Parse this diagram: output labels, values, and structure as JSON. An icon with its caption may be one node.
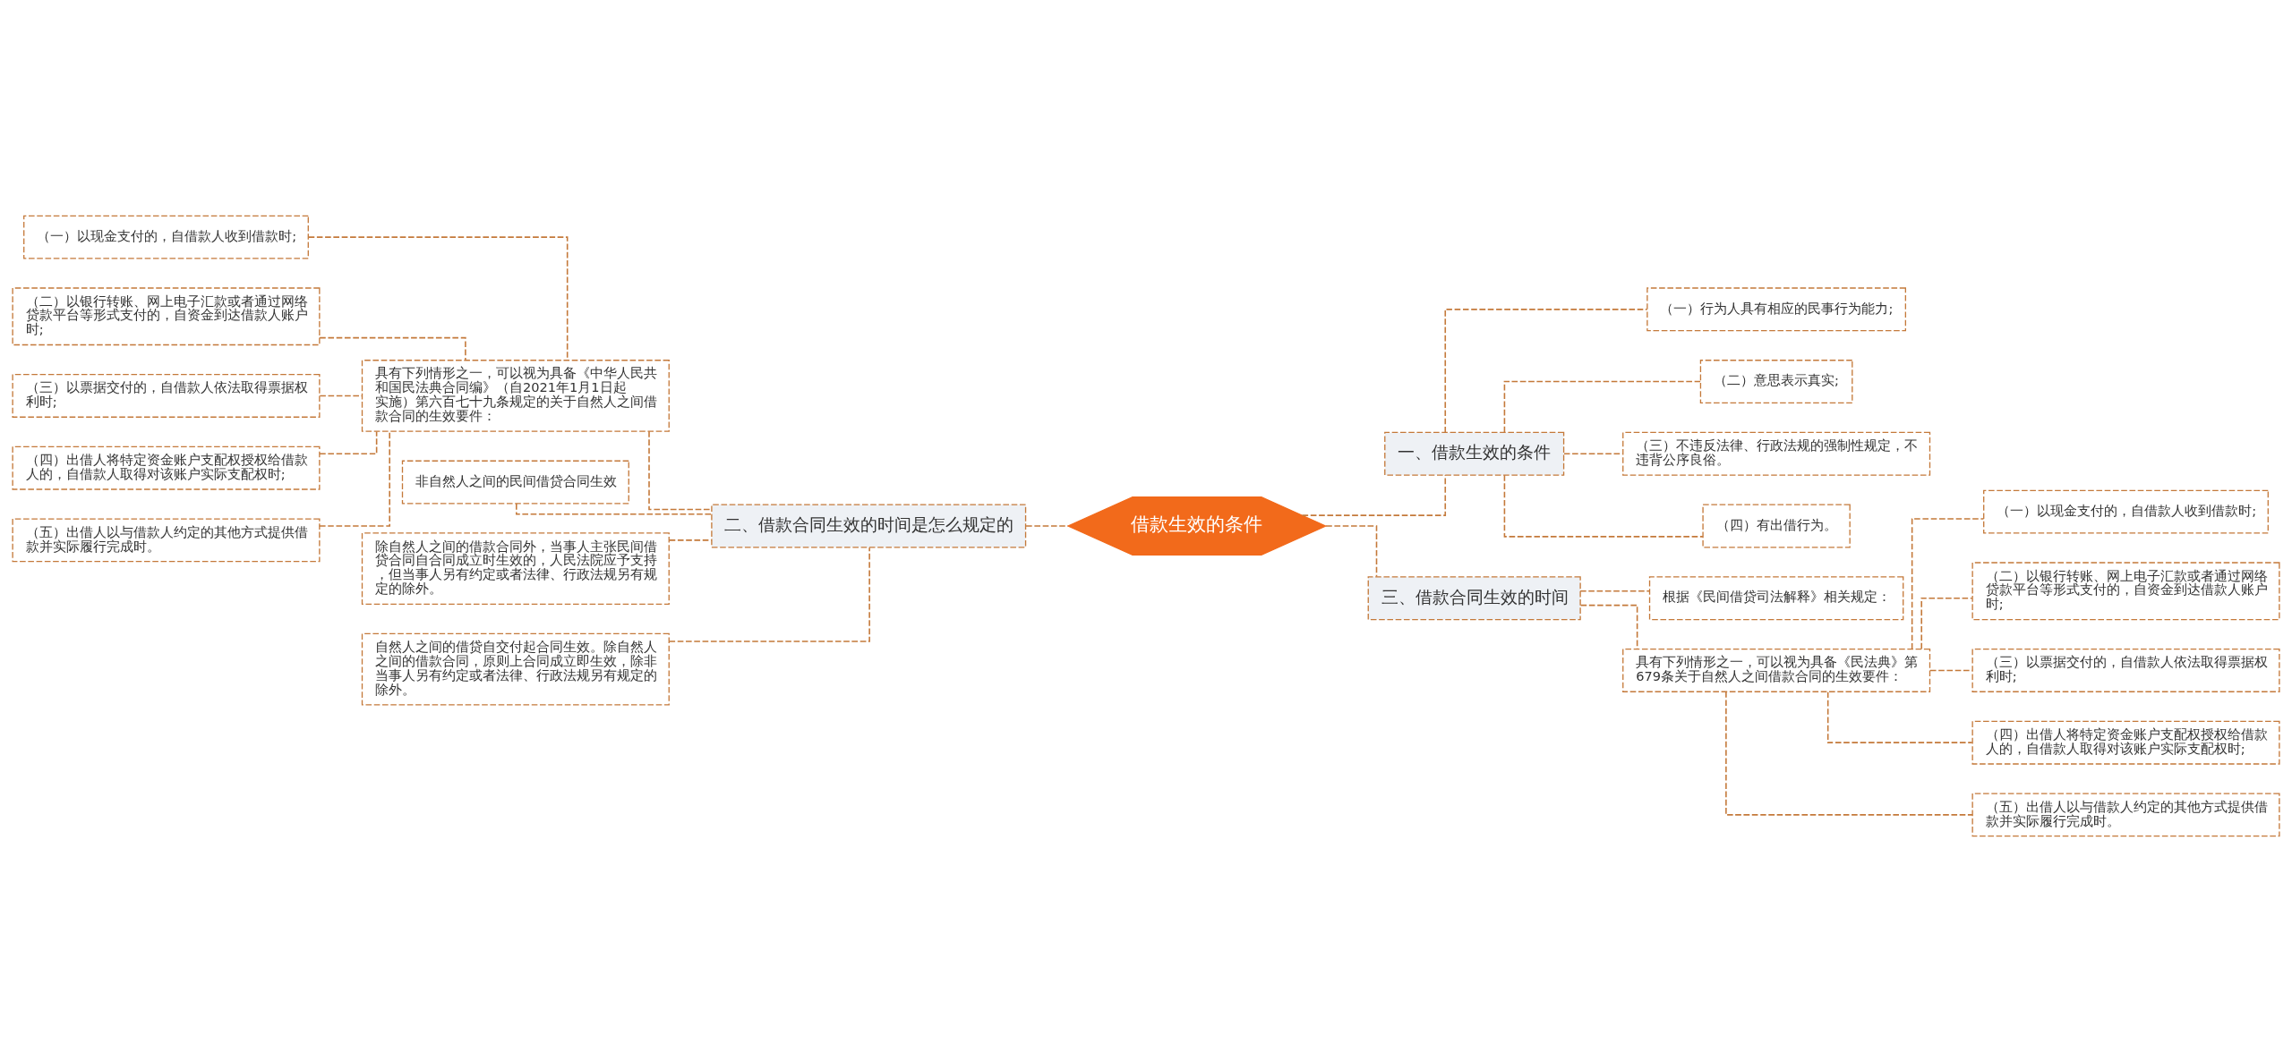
{
  "diagram": {
    "nodes": [
      {
        "text": [
          "借款生效的条件"
        ]
      },
      {
        "text": [
          "一、借款生效的条件"
        ]
      },
      {
        "text": [
          "（一）行为人具有相应的民事行为能力;"
        ]
      },
      {
        "text": [
          "（二）意思表示真实;"
        ]
      },
      {
        "text": [
          "（三）不违反法律、行政法规的强制性规定，不违背公序良俗。"
        ]
      },
      {
        "text": [
          "（四）有出借行为。"
        ]
      },
      {
        "text": [
          "二、借款合同生效的时间是怎么规定的"
        ]
      },
      {
        "text": [
          "具有下列情形之一，可以视为具备《中华人民共和国民法典合同编》（自2021年1月1日起实施）第六百七十九条规定的关于自然人之间借款合同的生效要件："
        ]
      },
      {
        "text": [
          "（一）以现金支付的，自借款人收到借款时;"
        ]
      },
      {
        "text": [
          "（二）以银行转账、网上电子汇款或者通过网络贷款平台等形式支付的，自资金到达借款人账户时;"
        ]
      },
      {
        "text": [
          "（三）以票据交付的，自借款人依法取得票据权利时;"
        ]
      },
      {
        "text": [
          "（四）出借人将特定资金账户支配权授权给借款人的，自借款人取得对该账户实际支配权时;"
        ]
      },
      {
        "text": [
          "（五）出借人以与借款人约定的其他方式提供借款并实际履行完成时。"
        ]
      },
      {
        "text": [
          "非自然人之间的民间借贷合同生效"
        ]
      },
      {
        "text": [
          "除自然人之间的借款合同外，当事人主张民间借贷合同自合同成立时生效的，人民法院应予支持，但当事人另有约定或者法律、行政法规另有规定的除外。"
        ]
      },
      {
        "text": [
          "自然人之间的借贷自交付起合同生效。除自然人之间的借款合同，原则上合同成立即生效，除非当事人另有约定或者法律、行政法规另有规定的除外。"
        ]
      },
      {
        "text": [
          "三、借款合同生效的时间"
        ]
      },
      {
        "text": [
          "根据《民间借贷司法解释》相关规定："
        ]
      },
      {
        "text": [
          "具有下列情形之一，可以视为具备《民法典》第679条关于自然人之间借款合同的生效要件："
        ]
      },
      {
        "text": [
          "（一）以现金支付的，自借款人收到借款时;"
        ]
      },
      {
        "text": [
          "（二）以银行转账、网上电子汇款或者通过网络贷款平台等形式支付的，自资金到达借款人账户时;"
        ]
      },
      {
        "text": [
          "（三）以票据交付的，自借款人依法取得票据权利时;"
        ]
      },
      {
        "text": [
          "（四）出借人将特定资金账户支配权授权给借款人的，自借款人取得对该账户实际支配权时;"
        ]
      },
      {
        "text": [
          "（五）出借人以与借款人约定的其他方式提供借款并实际履行完成时。"
        ]
      }
    ],
    "edges": [
      {
        "from": 0,
        "to": 1,
        "arrow": "none"
      },
      {
        "from": 1,
        "to": 2,
        "arrow": "none"
      },
      {
        "from": 1,
        "to": 3,
        "arrow": "none"
      },
      {
        "from": 1,
        "to": 4,
        "arrow": "none"
      },
      {
        "from": 1,
        "to": 5,
        "arrow": "none"
      },
      {
        "from": 0,
        "to": 6,
        "arrow": "none"
      },
      {
        "from": 6,
        "to": 7,
        "arrow": "none"
      },
      {
        "from": 7,
        "to": 8,
        "arrow": "none"
      },
      {
        "from": 7,
        "to": 9,
        "arrow": "none"
      },
      {
        "from": 7,
        "to": 10,
        "arrow": "none"
      },
      {
        "from": 7,
        "to": 11,
        "arrow": "none"
      },
      {
        "from": 7,
        "to": 12,
        "arrow": "none"
      },
      {
        "from": 6,
        "to": 13,
        "arrow": "none"
      },
      {
        "from": 6,
        "to": 14,
        "arrow": "none"
      },
      {
        "from": 6,
        "to": 15,
        "arrow": "none"
      },
      {
        "from": 0,
        "to": 16,
        "arrow": "none"
      },
      {
        "from": 16,
        "to": 17,
        "arrow": "none"
      },
      {
        "from": 16,
        "to": 18,
        "arrow": "none"
      },
      {
        "from": 18,
        "to": 19,
        "arrow": "none"
      },
      {
        "from": 18,
        "to": 20,
        "arrow": "none"
      },
      {
        "from": 18,
        "to": 21,
        "arrow": "none"
      },
      {
        "from": 18,
        "to": 22,
        "arrow": "none"
      },
      {
        "from": 18,
        "to": 23,
        "arrow": "none"
      }
    ]
  }
}
